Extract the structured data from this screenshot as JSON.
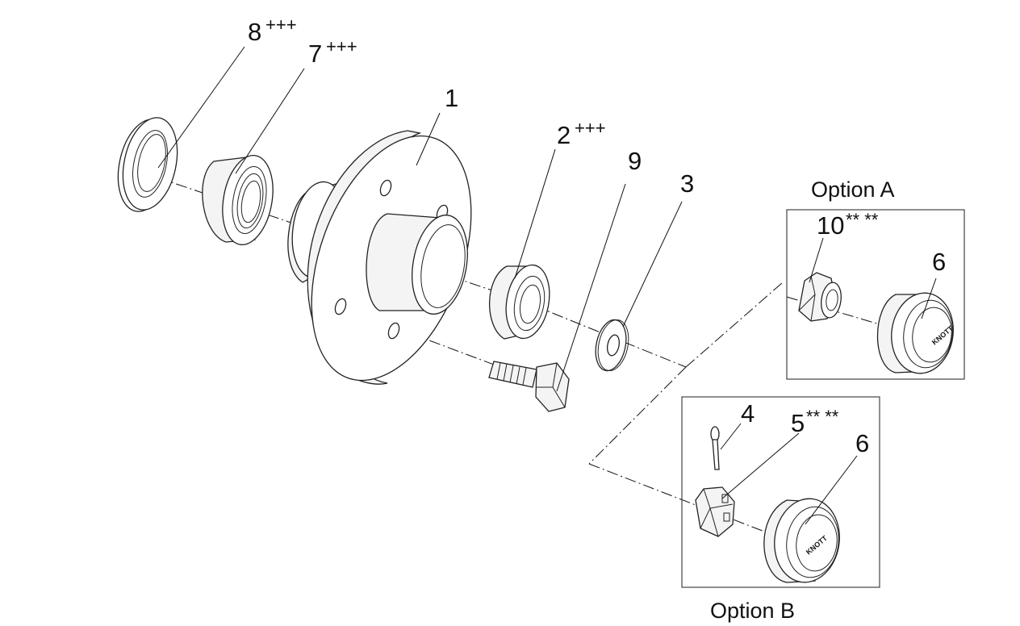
{
  "callouts": {
    "c1": {
      "num": "1",
      "sup": ""
    },
    "c2": {
      "num": "2",
      "sup": "+++"
    },
    "c3": {
      "num": "3",
      "sup": ""
    },
    "c4": {
      "num": "4",
      "sup": ""
    },
    "c5": {
      "num": "5",
      "sup": "** **"
    },
    "c6a": {
      "num": "6",
      "sup": ""
    },
    "c6b": {
      "num": "6",
      "sup": ""
    },
    "c7": {
      "num": "7",
      "sup": "+++"
    },
    "c8": {
      "num": "8",
      "sup": "+++"
    },
    "c9": {
      "num": "9",
      "sup": ""
    },
    "c10": {
      "num": "10",
      "sup": "** **"
    }
  },
  "options": {
    "a": "Option A",
    "b": "Option B"
  },
  "hubcap_brand": "KNOTT"
}
